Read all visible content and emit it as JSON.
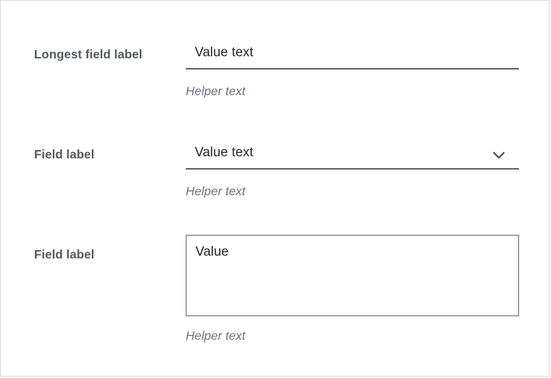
{
  "theme": {
    "card_background": "#ffffff",
    "card_border": "#d3d8dd",
    "label_color": "#525761",
    "value_color": "#222428",
    "helper_color": "#6c717c",
    "control_line_color": "#565b66"
  },
  "form": {
    "fields": [
      {
        "label": "Longest field label",
        "type": "text-input",
        "value": "Value text",
        "helper": "Helper text"
      },
      {
        "label": "Field label",
        "type": "select",
        "value": "Value text",
        "helper": "Helper text",
        "icon": "chevron-down-icon"
      },
      {
        "label": "Field label",
        "type": "textarea",
        "value": "Value",
        "helper": "Helper text"
      }
    ]
  }
}
